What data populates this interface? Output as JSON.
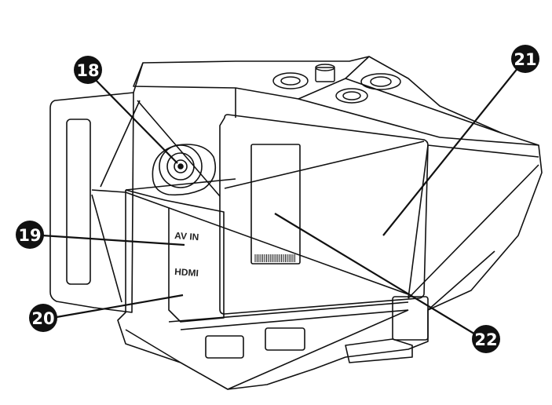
{
  "callouts": [
    {
      "id": "18",
      "label": "18"
    },
    {
      "id": "19",
      "label": "19"
    },
    {
      "id": "20",
      "label": "20"
    },
    {
      "id": "21",
      "label": "21"
    },
    {
      "id": "22",
      "label": "22"
    }
  ],
  "port_labels": {
    "av_in": "AV IN",
    "hdmi": "HDMI"
  },
  "colors": {
    "line": "#111111",
    "callout_fill": "#111111",
    "callout_text": "#ffffff",
    "background": "#ffffff"
  }
}
